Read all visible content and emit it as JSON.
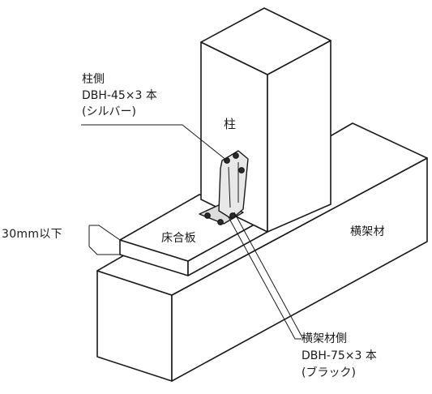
{
  "labels": {
    "column": "柱",
    "floorboard": "床合板",
    "beam": "横架材",
    "gap": "30mm以下"
  },
  "callouts": {
    "column_side": {
      "title": "柱側",
      "model": "DBH-45×3 本",
      "finish": "(シルバー)"
    },
    "beam_side": {
      "title": "横架材側",
      "model": "DBH-75×3 本",
      "finish": "(ブラック)"
    }
  },
  "colors": {
    "line": "#1a1a1a",
    "fill": "#ffffff",
    "bracket": "#e6e6e6",
    "hole": "#2b2b2b"
  }
}
